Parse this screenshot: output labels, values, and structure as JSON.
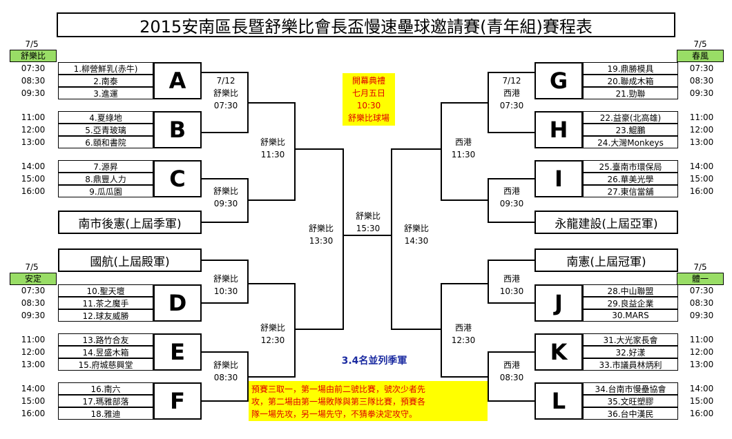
{
  "title": "2015安南區長暨舒樂比會長盃慢速壘球邀請賽(青年組)賽程表",
  "venues": {
    "top_left": {
      "date": "7/5",
      "name": "舒樂比"
    },
    "top_right": {
      "date": "7/5",
      "name": "春風"
    },
    "bottom_left": {
      "date": "7/5",
      "name": "安定"
    },
    "bottom_right": {
      "date": "7/5",
      "name": "體一"
    }
  },
  "times": {
    "left": [
      "07:30",
      "08:30",
      "09:30",
      "11:00",
      "12:00",
      "13:00",
      "14:00",
      "15:00",
      "16:00"
    ],
    "right": [
      "07:30",
      "08:30",
      "09:30",
      "11:00",
      "12:00",
      "13:00",
      "14:00",
      "15:00",
      "16:00"
    ],
    "left_bottom": [
      "07:30",
      "08:30",
      "09:30",
      "11:00",
      "12:00",
      "13:00",
      "14:00",
      "15:00",
      "16:00"
    ],
    "right_bottom": [
      "07:30",
      "08:30",
      "09:30",
      "11:00",
      "12:00",
      "13:00",
      "14:00",
      "15:00",
      "16:00"
    ]
  },
  "groups": {
    "A": {
      "letter": "A",
      "teams": [
        "1.柳營鮮乳(赤牛)",
        "2.南泰",
        "3.進運"
      ]
    },
    "B": {
      "letter": "B",
      "teams": [
        "4.夏綠地",
        "5.亞青玻璃",
        "6.頤和書院"
      ]
    },
    "C": {
      "letter": "C",
      "teams": [
        "7.源昇",
        "8.鼎豐人力",
        "9.瓜瓜園"
      ]
    },
    "D": {
      "letter": "D",
      "teams": [
        "10.聖天壇",
        "11.茶之魔手",
        "12.球友威勝"
      ]
    },
    "E": {
      "letter": "E",
      "teams": [
        "13.路竹合友",
        "14.昱盛木箱",
        "15.府城慈興堂"
      ]
    },
    "F": {
      "letter": "F",
      "teams": [
        "16.南六",
        "17.瑪雅部落",
        "18.雅迪"
      ]
    },
    "G": {
      "letter": "G",
      "teams": [
        "19.鼎勝模具",
        "20.聯成木箱",
        "21.勁聯"
      ]
    },
    "H": {
      "letter": "H",
      "teams": [
        "22.益豪(北高雄)",
        "23.鯤鵬",
        "24.大灣Monkeys"
      ]
    },
    "I": {
      "letter": "I",
      "teams": [
        "25.臺南市環保局",
        "26.華美光學",
        "27.東信當舖"
      ]
    },
    "J": {
      "letter": "J",
      "teams": [
        "28.中山聯盟",
        "29.良益企業",
        "30.MARS"
      ]
    },
    "K": {
      "letter": "K",
      "teams": [
        "31.大光家長會",
        "32.好漾",
        "33.市議員林炳利"
      ]
    },
    "L": {
      "letter": "L",
      "teams": [
        "34.台南市慢壘協會",
        "35.文旺塑膠",
        "36.台中漢民"
      ]
    }
  },
  "seeds": {
    "left_top": "南市後憲(上屆季軍)",
    "left_bottom": "國航(上屆殿軍)",
    "right_top": "永龍建設(上屆亞軍)",
    "right_bottom": "南憲(上屆冠軍)"
  },
  "matches": {
    "l_ab": [
      "7/12",
      "舒樂比",
      "07:30"
    ],
    "l_c": [
      "舒樂比",
      "09:30"
    ],
    "l_abc": [
      "舒樂比",
      "11:30"
    ],
    "l_d": [
      "舒樂比",
      "10:30"
    ],
    "l_f": [
      "舒樂比",
      "08:30"
    ],
    "l_def": [
      "舒樂比",
      "12:30"
    ],
    "l_semi": [
      "舒樂比",
      "13:30"
    ],
    "final": [
      "舒樂比",
      "15:30"
    ],
    "r_semi": [
      "舒樂比",
      "14:30"
    ],
    "r_gh": [
      "7/12",
      "西港",
      "07:30"
    ],
    "r_i": [
      "西港",
      "09:30"
    ],
    "r_ghi": [
      "西港",
      "11:30"
    ],
    "r_j": [
      "西港",
      "10:30"
    ],
    "r_l": [
      "西港",
      "08:30"
    ],
    "r_jkl": [
      "西港",
      "12:30"
    ]
  },
  "opening": [
    "開幕典禮",
    "七月五日",
    "10:30",
    "舒樂比球場"
  ],
  "third_place_note": "3.4名並列季軍",
  "rules_note": [
    "預賽三取一，第一場由前二號比賽，號次少者先",
    "攻，第二場由第一場敗隊與第三隊比賽，預賽各",
    "隊一場先攻，另一場先守，不猜拳決定攻守。"
  ],
  "colors": {
    "venue_bg": "#99dd66",
    "note_bg": "#ffff00",
    "note_text": "#e00000",
    "note_blue": "#1a2aa0"
  }
}
